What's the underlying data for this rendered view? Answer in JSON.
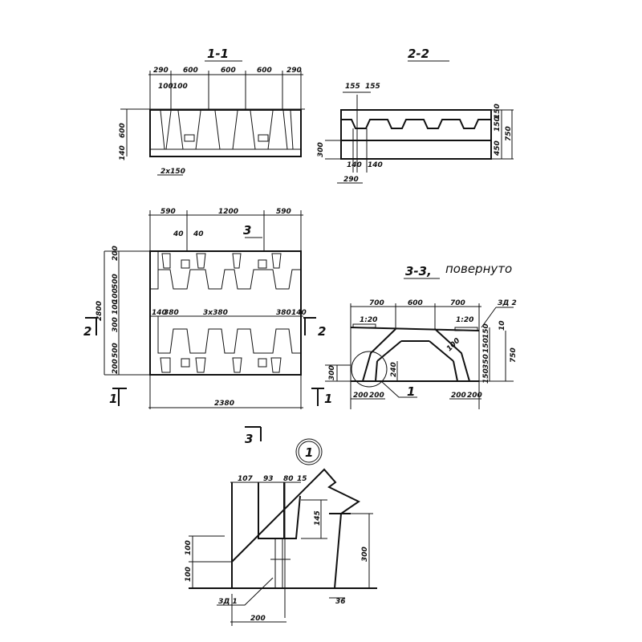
{
  "section_1_1": {
    "title": "1-1",
    "top_dims": [
      "290",
      "600",
      "600",
      "600",
      "290"
    ],
    "sub_dims": [
      "100",
      "100"
    ],
    "left_dims": [
      "600",
      "140"
    ],
    "bottom_dim": "2x150"
  },
  "section_2_2": {
    "title": "2-2",
    "top_dims": [
      "155",
      "155"
    ],
    "bottom_dims": [
      "140",
      "140"
    ],
    "bottom_total": "290",
    "left_dim": "300",
    "right_dims": [
      "150",
      "150",
      "450",
      "750"
    ]
  },
  "plan": {
    "top_dims": [
      "590",
      "1200",
      "590"
    ],
    "anchor_dims": [
      "40",
      "40"
    ],
    "left_total": "2800",
    "left_dims": [
      "200",
      "500",
      "100",
      "100",
      "300",
      "500",
      "200"
    ],
    "row_dims": [
      "140",
      "380",
      "3x380",
      "380",
      "140"
    ],
    "bottom_dim": "2380",
    "section_marks": [
      "1",
      "1",
      "2",
      "2",
      "3",
      "3"
    ]
  },
  "section_3_3": {
    "title": "3-3,",
    "subtitle": "повернуто",
    "top_dims": [
      "700",
      "600",
      "700"
    ],
    "slopes": [
      "1:20",
      "1:20"
    ],
    "part_label": "ЗД 2",
    "right_dims": [
      "10",
      "150",
      "150",
      "350",
      "150",
      "750"
    ],
    "inner_dims": [
      "100",
      "240"
    ],
    "left_dim": "300",
    "bottom_dims": [
      "200",
      "200",
      "200",
      "200"
    ],
    "callout": "1"
  },
  "detail_1": {
    "marker": "1",
    "top_dims": [
      "107",
      "93",
      "80",
      "15"
    ],
    "mid_dim": "145",
    "left_dims": [
      "100",
      "100"
    ],
    "right_dim": "300",
    "offset_dim": "36",
    "bottom_dim": "200",
    "part_label": "ЗД 1"
  }
}
